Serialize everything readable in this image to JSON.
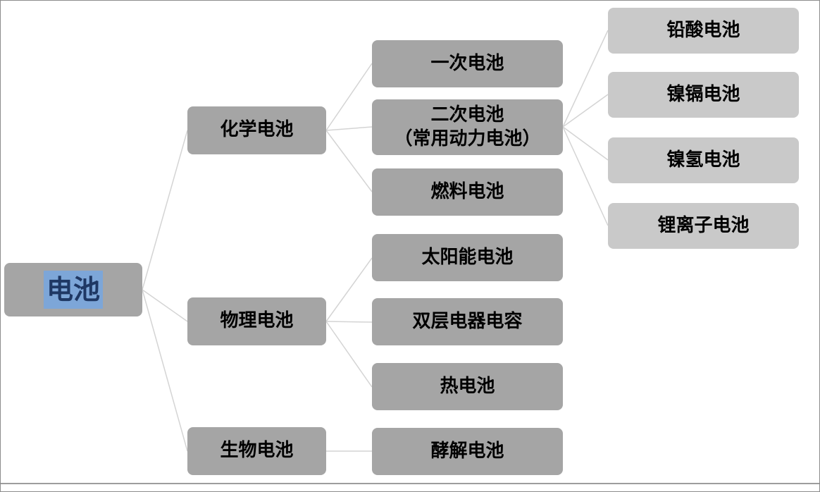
{
  "diagram": {
    "title": "battery-classification-tree",
    "root": {
      "label": "电池"
    },
    "branches": [
      {
        "label": "化学电池",
        "children": [
          {
            "label": "一次电池"
          },
          {
            "label": "二次电池\n（常用动力电池）",
            "children": [
              {
                "label": "铅酸电池"
              },
              {
                "label": "镍镉电池"
              },
              {
                "label": "镍氢电池"
              },
              {
                "label": "锂离子电池"
              }
            ]
          },
          {
            "label": "燃料电池"
          }
        ]
      },
      {
        "label": "物理电池",
        "children": [
          {
            "label": "太阳能电池"
          },
          {
            "label": "双层电器电容"
          },
          {
            "label": "热电池"
          }
        ]
      },
      {
        "label": "生物电池",
        "children": [
          {
            "label": "酵解电池"
          }
        ]
      }
    ],
    "colors": {
      "node_dark": "#a5a5a5",
      "node_light": "#c9c9c9",
      "connector": "#d4d4d4",
      "root_text_highlight": "#7da6d8",
      "root_text_color": "#1f3864",
      "border": "#8c8c8c"
    }
  }
}
